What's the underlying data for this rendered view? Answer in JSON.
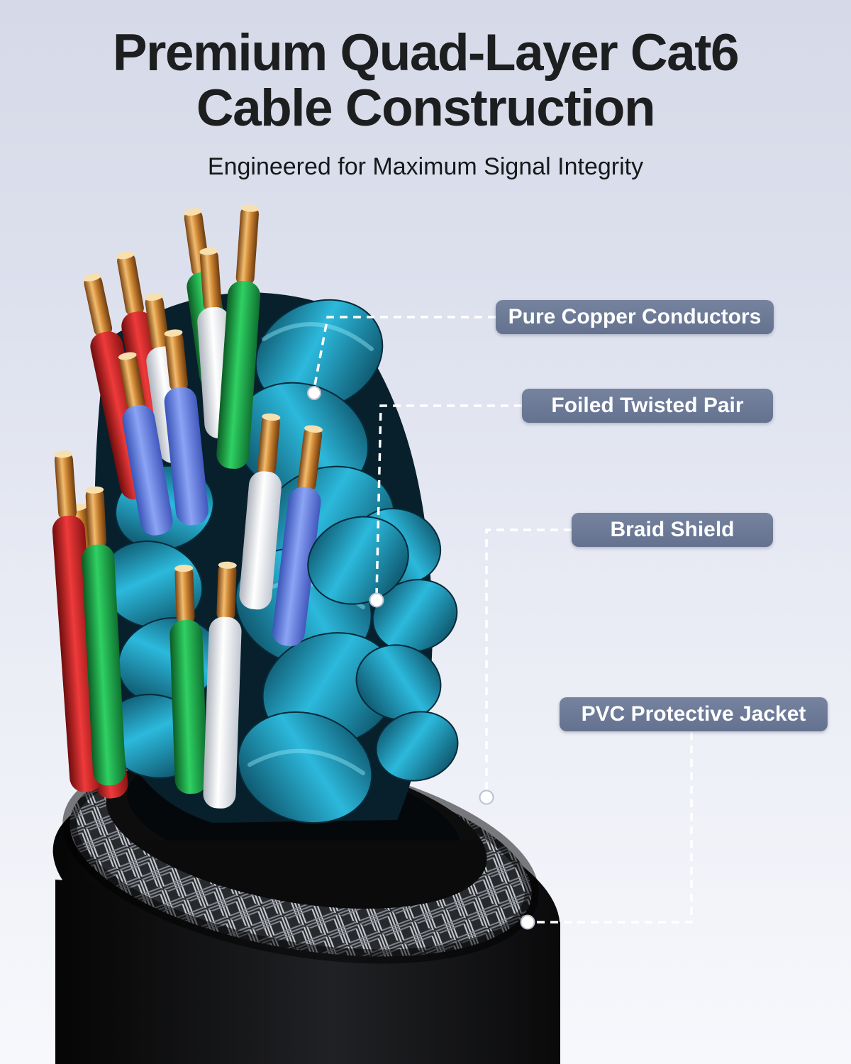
{
  "page": {
    "title_line1": "Premium Quad-Layer Cat6",
    "title_line2": "Cable Construction",
    "subtitle": "Engineered for Maximum Signal Integrity"
  },
  "callouts": [
    {
      "label": "Pure Copper Conductors"
    },
    {
      "label": "Foiled Twisted Pair"
    },
    {
      "label": "Braid Shield"
    },
    {
      "label": "PVC Protective Jacket"
    }
  ],
  "colors": {
    "background_top": "#d6dae8",
    "background_bottom": "#f7f8fc",
    "title_text": "#1d1e20",
    "callout_bg": "#6b7a9d",
    "callout_text": "#ffffff",
    "leader_line": "#ffffff",
    "copper": "#d98e3f",
    "foil_teal": "#2cb9dc",
    "jacket_black": "#101010",
    "braid_silver": "#c7cbd2",
    "wire_red": "#ef3a3a",
    "wire_green": "#2fd163",
    "wire_white": "#f4f5f7",
    "wire_blue": "#8ca4f5"
  },
  "illustration": {
    "description": "Cutaway render of a Cat6 cable showing bare copper conductors in red, green, white and blue insulation, blue foiled twisted pairs, a silver braid shield and a black PVC protective jacket."
  }
}
